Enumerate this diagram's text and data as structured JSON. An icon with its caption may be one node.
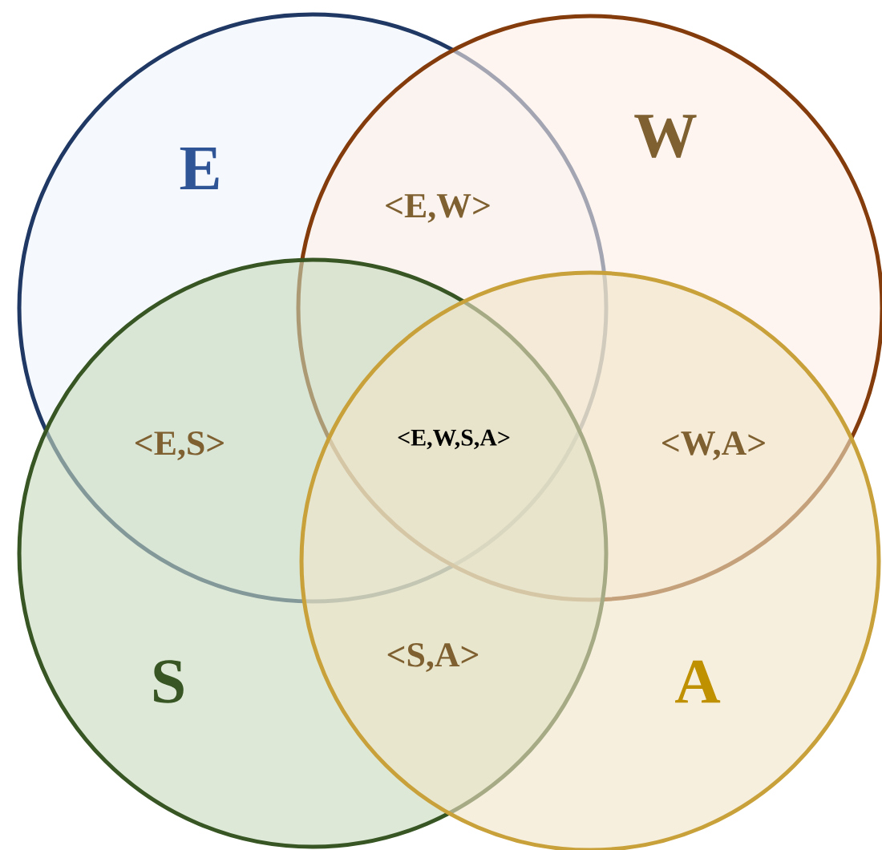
{
  "diagram": {
    "nodes": [
      {
        "text": [
          "E"
        ]
      },
      {
        "text": [
          "W"
        ]
      },
      {
        "text": [
          "S"
        ]
      },
      {
        "text": [
          "A"
        ]
      }
    ],
    "labels": [
      "<E,W>",
      "<E,S>",
      "<E,W,S,A>",
      "<W,A>",
      "<S,A>"
    ]
  }
}
